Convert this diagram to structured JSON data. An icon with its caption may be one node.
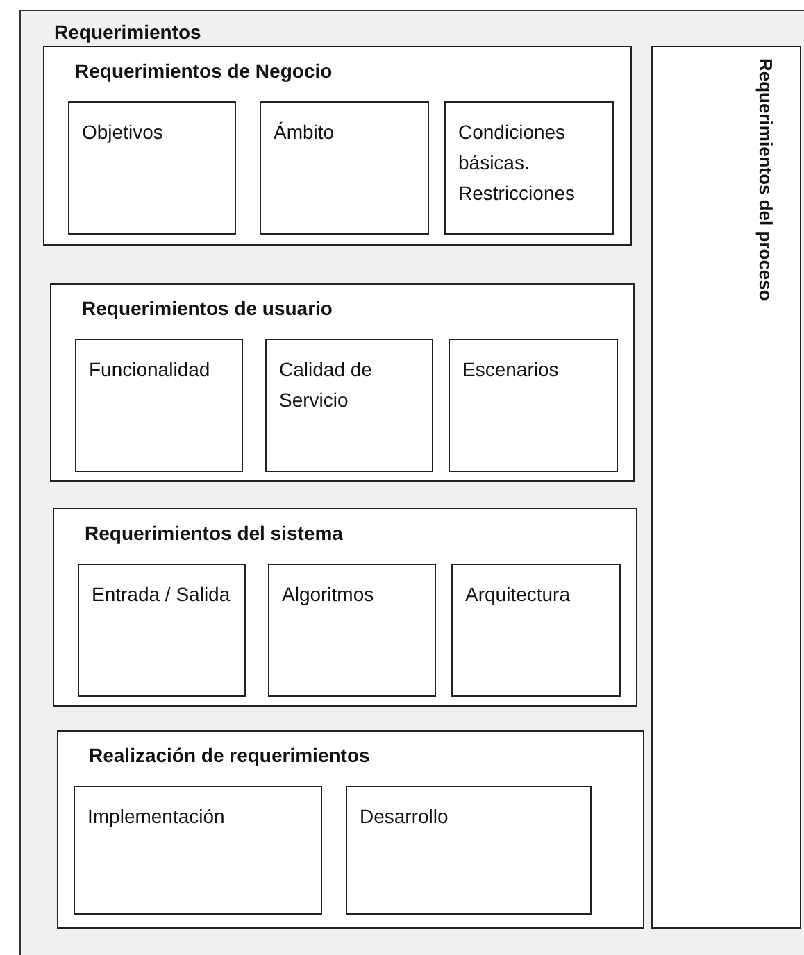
{
  "diagram": {
    "nodes": [
      {
        "text": [
          "Requerimientos"
        ]
      },
      {
        "text": [
          "Requerimientos de Negocio"
        ],
        "in": 0
      },
      {
        "text": [
          "Objetivos"
        ],
        "in": 1
      },
      {
        "text": [
          "Ámbito"
        ],
        "in": 1
      },
      {
        "text": [
          "Condiciones básicas. Restricciones"
        ],
        "in": 1
      },
      {
        "text": [
          "Requerimientos de usuario"
        ],
        "in": 0
      },
      {
        "text": [
          "Funcionalidad"
        ],
        "in": 5
      },
      {
        "text": [
          "Calidad de Servicio"
        ],
        "in": 5
      },
      {
        "text": [
          "Escenarios"
        ],
        "in": 5
      },
      {
        "text": [
          "Requerimientos del sistema"
        ],
        "in": 0
      },
      {
        "text": [
          "Entrada / Salida"
        ],
        "in": 9
      },
      {
        "text": [
          "Algoritmos"
        ],
        "in": 9
      },
      {
        "text": [
          "Arquitectura"
        ],
        "in": 9
      },
      {
        "text": [
          "Realización de requerimientos"
        ],
        "in": 0
      },
      {
        "text": [
          "Implementación"
        ],
        "in": 13
      },
      {
        "text": [
          "Desarrollo"
        ],
        "in": 13
      },
      {
        "text": [
          "Requerimientos del proceso"
        ],
        "in": 0
      }
    ]
  }
}
